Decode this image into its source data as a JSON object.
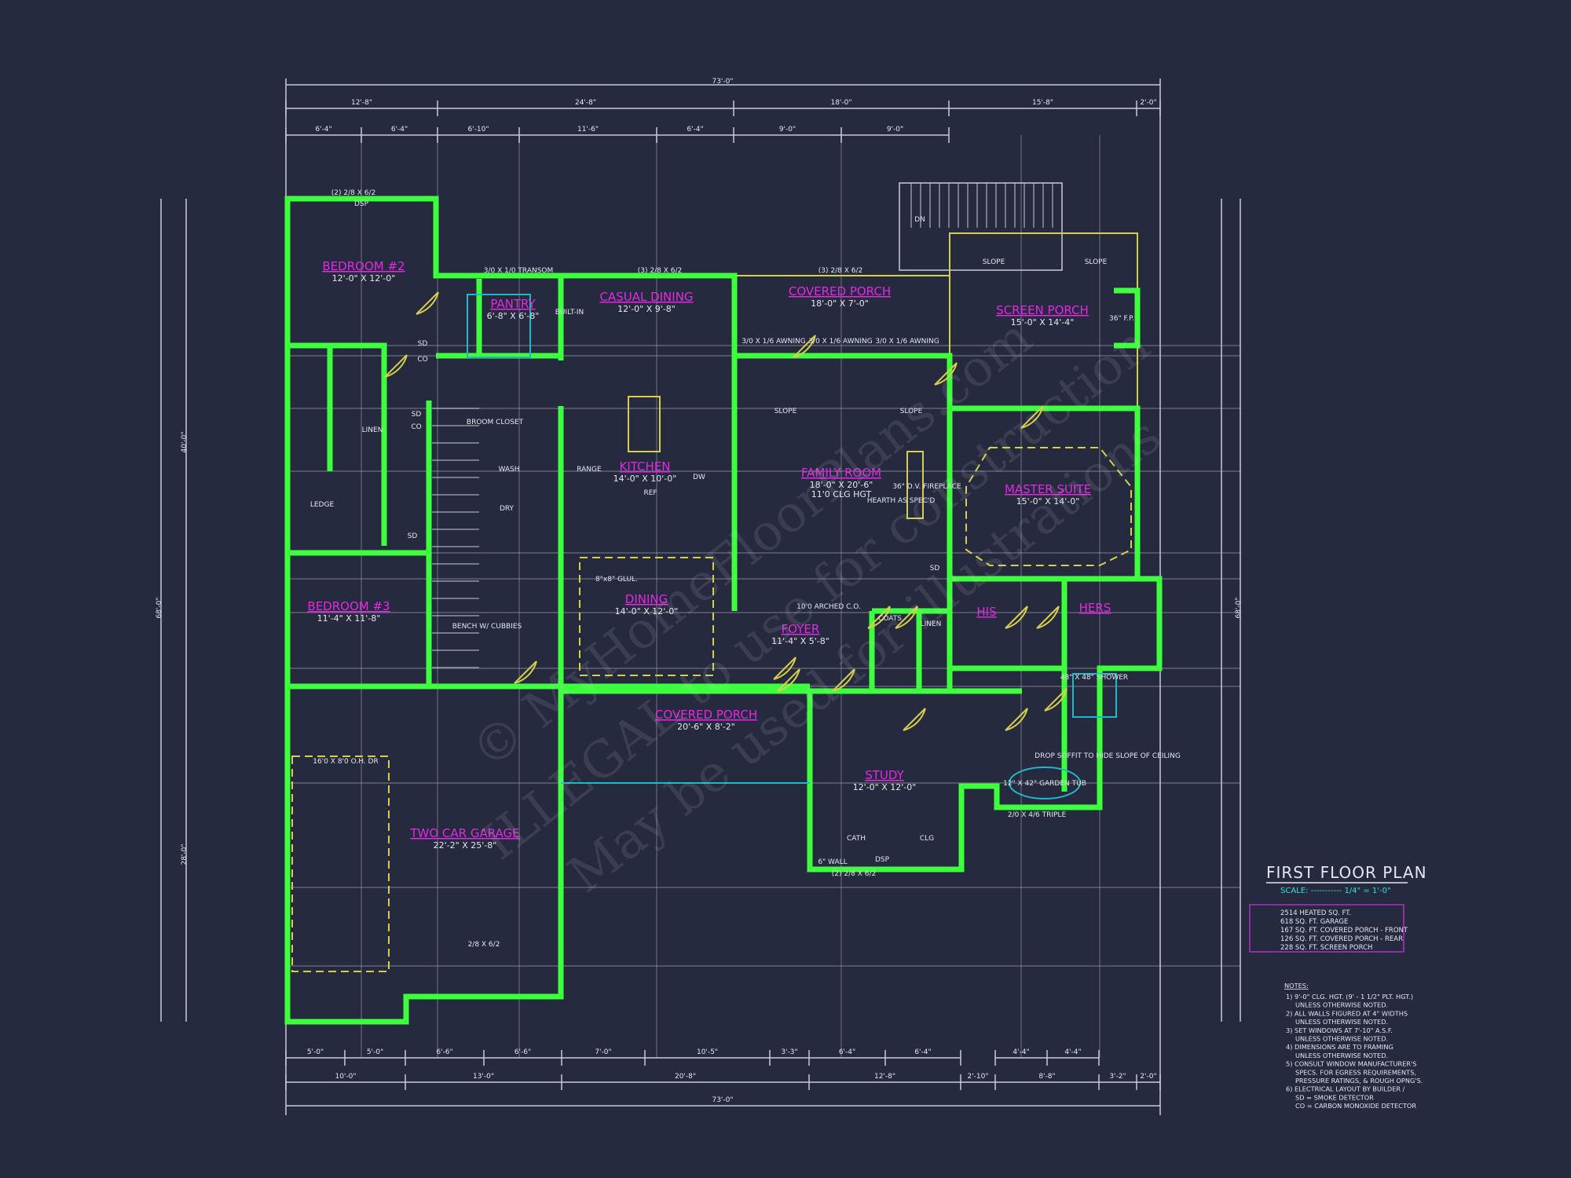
{
  "colors": {
    "background": "#262a3e",
    "walls": "#3dff3d",
    "room_labels": "#e428e4",
    "fixtures": "#d7cf4a",
    "plumbing": "#22b7c6",
    "dimensions": "#e6e6ee"
  },
  "title_block": {
    "title": "FIRST FLOOR PLAN",
    "scale": "SCALE: ----------- 1/4\" = 1'-0\"",
    "areas": [
      "2514 HEATED SQ. FT.",
      "618 SQ. FT. GARAGE",
      "167 SQ. FT. COVERED PORCH - FRONT",
      "126 SQ. FT. COVERED PORCH - REAR",
      "228 SQ. FT. SCREEN PORCH"
    ]
  },
  "notes": {
    "heading": "NOTES:",
    "lines": [
      "1) 9'-0\" CLG. HGT. (9' - 1 1/2\" PLT. HGT.)",
      "UNLESS OTHERWISE NOTED.",
      "2) ALL WALLS FIGURED AT 4\" WIDTHS",
      "UNLESS OTHERWISE NOTED.",
      "3) SET WINDOWS AT 7'-10\" A.S.F.",
      "UNLESS OTHERWISE NOTED.",
      "4) DIMENSIONS ARE TO FRAMING",
      "UNLESS OTHERWISE NOTED.",
      "5) CONSULT WINDOW MANUFACTURER'S",
      "SPECS. FOR EGRESS REQUIREMENTS,",
      "PRESSURE RATINGS, & ROUGH OPNG'S.",
      "6) ELECTRICAL LAYOUT BY BUILDER /",
      "SD = SMOKE DETECTOR",
      "CO = CARBON MONOXIDE DETECTOR"
    ]
  },
  "rooms": [
    {
      "name": "BEDROOM #2",
      "size": "12'-0\" X 12'-0\""
    },
    {
      "name": "PANTRY",
      "size": "6'-8\" X 6'-8\""
    },
    {
      "name": "CASUAL DINING",
      "size": "12'-0\" X 9'-8\""
    },
    {
      "name": "COVERED PORCH",
      "size": "18'-0\" X 7'-0\""
    },
    {
      "name": "SCREEN PORCH",
      "size": "15'-0\" X 14'-4\""
    },
    {
      "name": "KITCHEN",
      "size": "14'-0\" X 10'-0\""
    },
    {
      "name": "FAMILY ROOM",
      "size": "18'-0\" X 20'-6\"",
      "note": "11'0 CLG HGT"
    },
    {
      "name": "MASTER SUITE",
      "size": "15'-0\" X 14'-0\""
    },
    {
      "name": "BEDROOM #3",
      "size": "11'-4\" X 11'-8\""
    },
    {
      "name": "DINING",
      "size": "14'-0\" X 12'-0\""
    },
    {
      "name": "FOYER",
      "size": "11'-4\" X 5'-8\""
    },
    {
      "name": "HIS",
      "size": ""
    },
    {
      "name": "HERS",
      "size": ""
    },
    {
      "name": "COVERED PORCH",
      "size": "20'-6\" X 8'-2\""
    },
    {
      "name": "STUDY",
      "size": "12'-0\" X 12'-0\""
    },
    {
      "name": "TWO CAR GARAGE",
      "size": "22'-2\" X 25'-8\""
    }
  ],
  "labels": [
    "PANTRY",
    "BUILT-IN",
    "BROOM CLOSET",
    "WASH",
    "DRY",
    "LINEN",
    "LEDGE",
    "COATS",
    "LINEN",
    "BENCH W/ CUBBIES",
    "16'0 X 8'0 O.H. DR",
    "36\" D.V. FIREPLACE",
    "36\" F.P.",
    "HEARTH AS SPEC'D",
    "12\" X 42\" GARDEN TUB",
    "48\" X 48\" SHOWER",
    "DROP SOFFIT TO HIDE SLOPE OF CEILING",
    "10'0 ARCHED C.O.",
    "3/0 X 1/6 AWNING",
    "3/0 X 1/6 AWNING",
    "3/0 X 1/6 AWNING",
    "SLOPE",
    "SLOPE",
    "SLOPE",
    "SLOPE",
    "SD",
    "CO",
    "SD",
    "CO",
    "SD",
    "SD",
    "REF",
    "DW",
    "RANGE",
    "(2) 2/8 X 6/2",
    "3/0 X 1/0 TRANSOM",
    "(3) 2/8 X 6/2",
    "(3) 2/8 X 6/2",
    "(2) 2/8 X 6/2",
    "2/0 X 4/6 TRIPLE",
    "2/8 X 6/2",
    "DN",
    "8\"x8\" GLUL.",
    "6\" WALL",
    "CATH",
    "CLG",
    "DSP",
    "DSP"
  ],
  "dimensions": {
    "top_overall": "73'-0\"",
    "top_row2": [
      "12'-8\"",
      "24'-8\"",
      "18'-0\"",
      "15'-8\"",
      "2'-0\""
    ],
    "top_row3": [
      "6'-4\"",
      "6'-4\"",
      "6'-10\"",
      "11'-6\"",
      "6'-4\"",
      "9'-0\"",
      "9'-0\""
    ],
    "bottom_row1": [
      "5'-0\"",
      "5'-0\"",
      "6'-6\"",
      "6'-6\"",
      "7'-0\"",
      "10'-5\"",
      "3'-3\"",
      "6'-4\"",
      "6'-4\"",
      "4'-4\"",
      "4'-4\""
    ],
    "bottom_row2": [
      "10'-0\"",
      "13'-0\"",
      "20'-8\"",
      "12'-8\"",
      "2'-10\"",
      "8'-8\"",
      "3'-2\"",
      "2'-0\""
    ],
    "bottom_overall": "73'-0\"",
    "left": [
      "40'-0\"",
      "68'-0\"",
      "28'-0\""
    ],
    "right": [
      "68'-0\""
    ]
  },
  "watermark": [
    "© MyHomeFloorPlans.com",
    "ILLEGAL to use for construction",
    "May be used for illustrations"
  ]
}
